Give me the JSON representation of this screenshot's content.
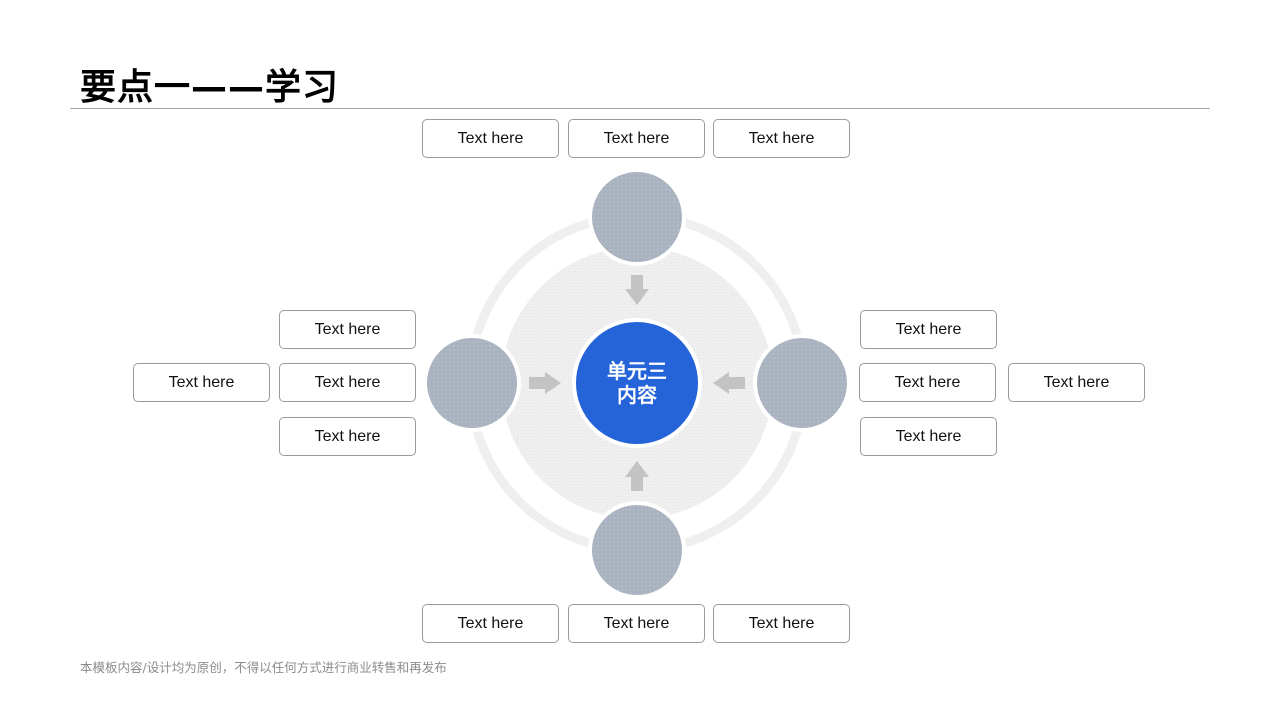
{
  "title": "要点一——学习",
  "center": {
    "line1": "单元三",
    "line2": "内容"
  },
  "top_boxes": [
    "Text here",
    "Text here",
    "Text here"
  ],
  "bottom_boxes": [
    "Text here",
    "Text here",
    "Text here"
  ],
  "left_boxes": [
    "Text here",
    "Text here",
    "Text here",
    "Text here"
  ],
  "right_boxes": [
    "Text here",
    "Text here",
    "Text here",
    "Text here"
  ],
  "footer": "本模板内容/设计均为原创，不得以任何方式进行商业转售和再发布",
  "colors": {
    "accent": "#2563d9",
    "node": "#a9b2bf",
    "ring": "#efefef",
    "arrow": "#c3c3c3"
  }
}
